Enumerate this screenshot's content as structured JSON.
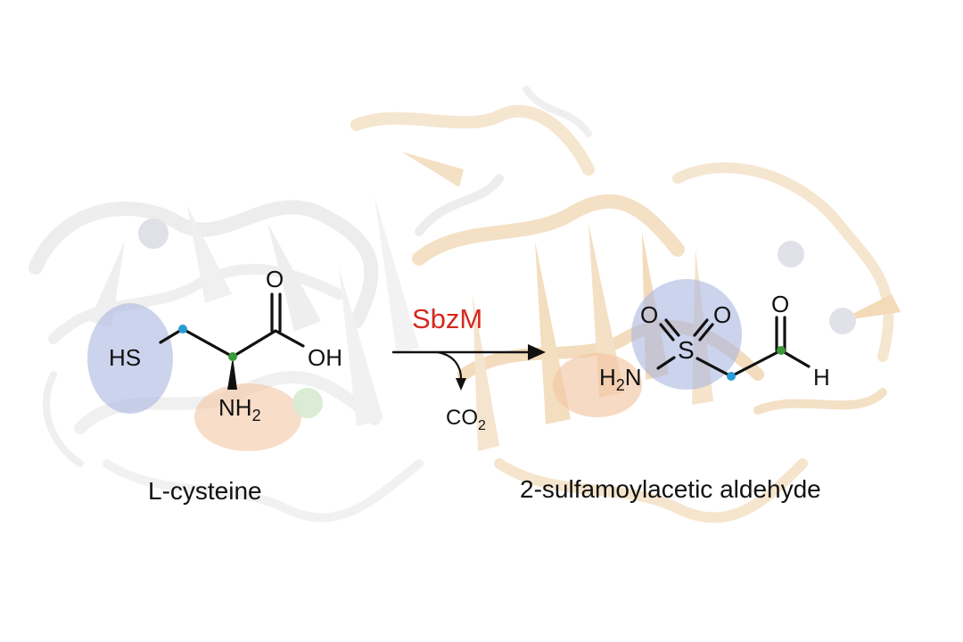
{
  "reactant": {
    "name": "L-cysteine",
    "atoms": {
      "thiol": "HS",
      "carbonyl_o": "O",
      "hydroxyl": "OH",
      "amine": "NH",
      "amine_sub": "2"
    }
  },
  "enzyme": {
    "name": "SbzM"
  },
  "byproduct": {
    "main": "CO",
    "sub": "2"
  },
  "product": {
    "name": "2-sulfamoylacetic aldehyde",
    "atoms": {
      "sulfur": "S",
      "oxo_left": "O",
      "oxo_right": "O",
      "amine_main": "H",
      "amine_sub": "2",
      "amine_n": "N",
      "aldehyde_o": "O",
      "aldehyde_h": "H"
    }
  },
  "colors": {
    "enzyme_label": "#d42a20",
    "protein_light": "#e8e8e8",
    "protein_orange": "#f3dcbc",
    "highlight_blue": "#aab6e0",
    "highlight_orange": "#f3c6a5",
    "dot_blue": "#2a9bd4",
    "dot_green": "#3a9a3a"
  }
}
